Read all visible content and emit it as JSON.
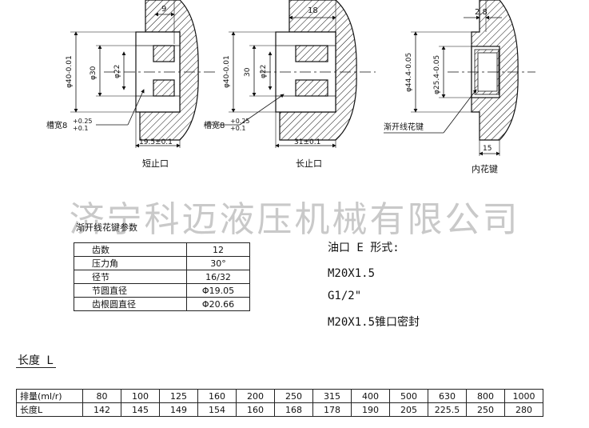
{
  "drawings": {
    "short": {
      "caption": "短止口",
      "dim_top": "9",
      "dim_outer_dia": "φ40-0.01",
      "dim_30": "φ30",
      "dim_22": "φ22",
      "groove_label": "槽宽8",
      "tol_plus": "+0.25",
      "tol_minus": "+0.1",
      "dim_bottom": "19.5±0.1"
    },
    "long": {
      "caption": "长止口",
      "dim_top": "18",
      "dim_outer_dia": "φ40-0.01",
      "dim_30": "30",
      "dim_22": "φ22",
      "groove_label": "槽宽8",
      "tol_plus": "+0.25",
      "tol_minus": "+0.1",
      "dim_bottom": "31±0.1"
    },
    "spline": {
      "caption": "内花键",
      "dim_top": "2.8",
      "dim_outer_dia": "φ44.4-0.05",
      "dim_inner_dia": "φ25.4-0.05",
      "spline_label": "渐开线花键",
      "dim_bottom": "15"
    }
  },
  "watermark": "济宁科迈液压机械有限公司",
  "params": {
    "title": "渐开线花键参数",
    "rows": [
      {
        "name": "齿数",
        "value": "12"
      },
      {
        "name": "压力角",
        "value": "30°"
      },
      {
        "name": "径节",
        "value": "16/32"
      },
      {
        "name": "节圆直径",
        "value": "Φ19.05"
      },
      {
        "name": "齿根圆直径",
        "value": "Φ20.66"
      }
    ]
  },
  "oil_port": {
    "title": "油口 E 形式:",
    "options": [
      "M20X1.5",
      "G1/2\"",
      "M20X1.5锥口密封"
    ]
  },
  "length": {
    "title": "长度 L",
    "header": [
      "排量(ml/r)",
      "80",
      "100",
      "125",
      "160",
      "200",
      "250",
      "315",
      "400",
      "500",
      "630",
      "800",
      "1000"
    ],
    "row": [
      "长度L",
      "142",
      "145",
      "149",
      "154",
      "160",
      "168",
      "178",
      "190",
      "205",
      "225.5",
      "250",
      "280"
    ]
  }
}
